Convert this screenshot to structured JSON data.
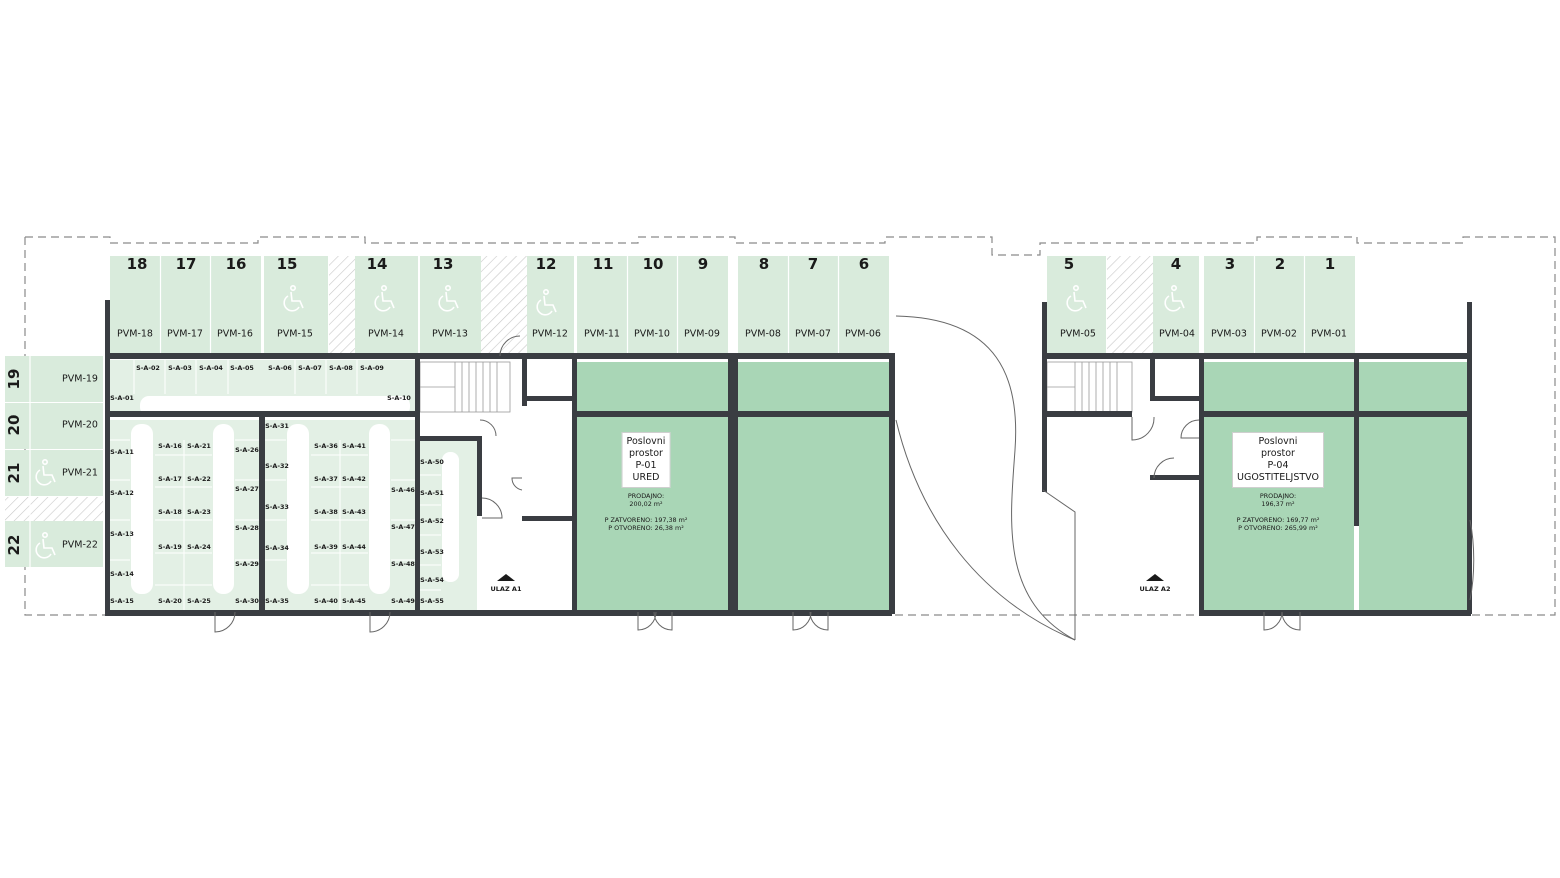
{
  "colors": {
    "parking": "#d9ebdc",
    "business": "#a9d6b6",
    "storage": "#e3f0e5",
    "wall": "#3a3d42",
    "outline": "#8a8a8a"
  },
  "parking_numbers_top": [
    "18",
    "17",
    "16",
    "15",
    "14",
    "13",
    "12",
    "11",
    "10",
    "9",
    "8",
    "7",
    "6",
    "5",
    "4",
    "3",
    "2",
    "1"
  ],
  "parking_labels_top": [
    "PVM-18",
    "PVM-17",
    "PVM-16",
    "PVM-15",
    "PVM-14",
    "PVM-13",
    "PVM-12",
    "PVM-11",
    "PVM-10",
    "PVM-09",
    "PVM-08",
    "PVM-07",
    "PVM-06",
    "PVM-05",
    "PVM-04",
    "PVM-03",
    "PVM-02",
    "PVM-01"
  ],
  "parking_numbers_left": [
    "19",
    "20",
    "21",
    "22"
  ],
  "parking_labels_left": [
    "PVM-19",
    "PVM-20",
    "PVM-21",
    "PVM-22"
  ],
  "accessible_spots": [
    "PVM-15",
    "PVM-14",
    "PVM-13",
    "PVM-12",
    "PVM-05",
    "PVM-04",
    "PVM-21",
    "PVM-22"
  ],
  "storage_units": [
    "S-A-01",
    "S-A-02",
    "S-A-03",
    "S-A-04",
    "S-A-05",
    "S-A-06",
    "S-A-07",
    "S-A-08",
    "S-A-09",
    "S-A-10",
    "S-A-11",
    "S-A-12",
    "S-A-13",
    "S-A-14",
    "S-A-15",
    "S-A-16",
    "S-A-17",
    "S-A-18",
    "S-A-19",
    "S-A-20",
    "S-A-21",
    "S-A-22",
    "S-A-23",
    "S-A-24",
    "S-A-25",
    "S-A-26",
    "S-A-27",
    "S-A-28",
    "S-A-29",
    "S-A-30",
    "S-A-31",
    "S-A-32",
    "S-A-33",
    "S-A-34",
    "S-A-35",
    "S-A-36",
    "S-A-37",
    "S-A-38",
    "S-A-39",
    "S-A-40",
    "S-A-41",
    "S-A-42",
    "S-A-43",
    "S-A-44",
    "S-A-45",
    "S-A-46",
    "S-A-47",
    "S-A-48",
    "S-A-49",
    "S-A-50",
    "S-A-51",
    "S-A-52",
    "S-A-53",
    "S-A-54",
    "S-A-55"
  ],
  "entrances": [
    "ULAZ A1",
    "ULAZ A2"
  ],
  "business_spaces": [
    {
      "title_lines": [
        "Poslovni",
        "prostor",
        "P-01",
        "URED"
      ],
      "info_lines": [
        "PRODAJNO:",
        "200,02 m²",
        "",
        "P ZATVORENO: 197,38 m²",
        "P OTVORENO: 26,38 m²"
      ]
    },
    {
      "title_lines": [
        "Poslovni",
        "prostor",
        "P-04",
        "UGOSTITELJSTVO"
      ],
      "info_lines": [
        "PRODAJNO:",
        "196,37 m²",
        "",
        "P ZATVORENO: 169,77 m²",
        "P OTVORENO: 265,99 m²"
      ]
    }
  ]
}
